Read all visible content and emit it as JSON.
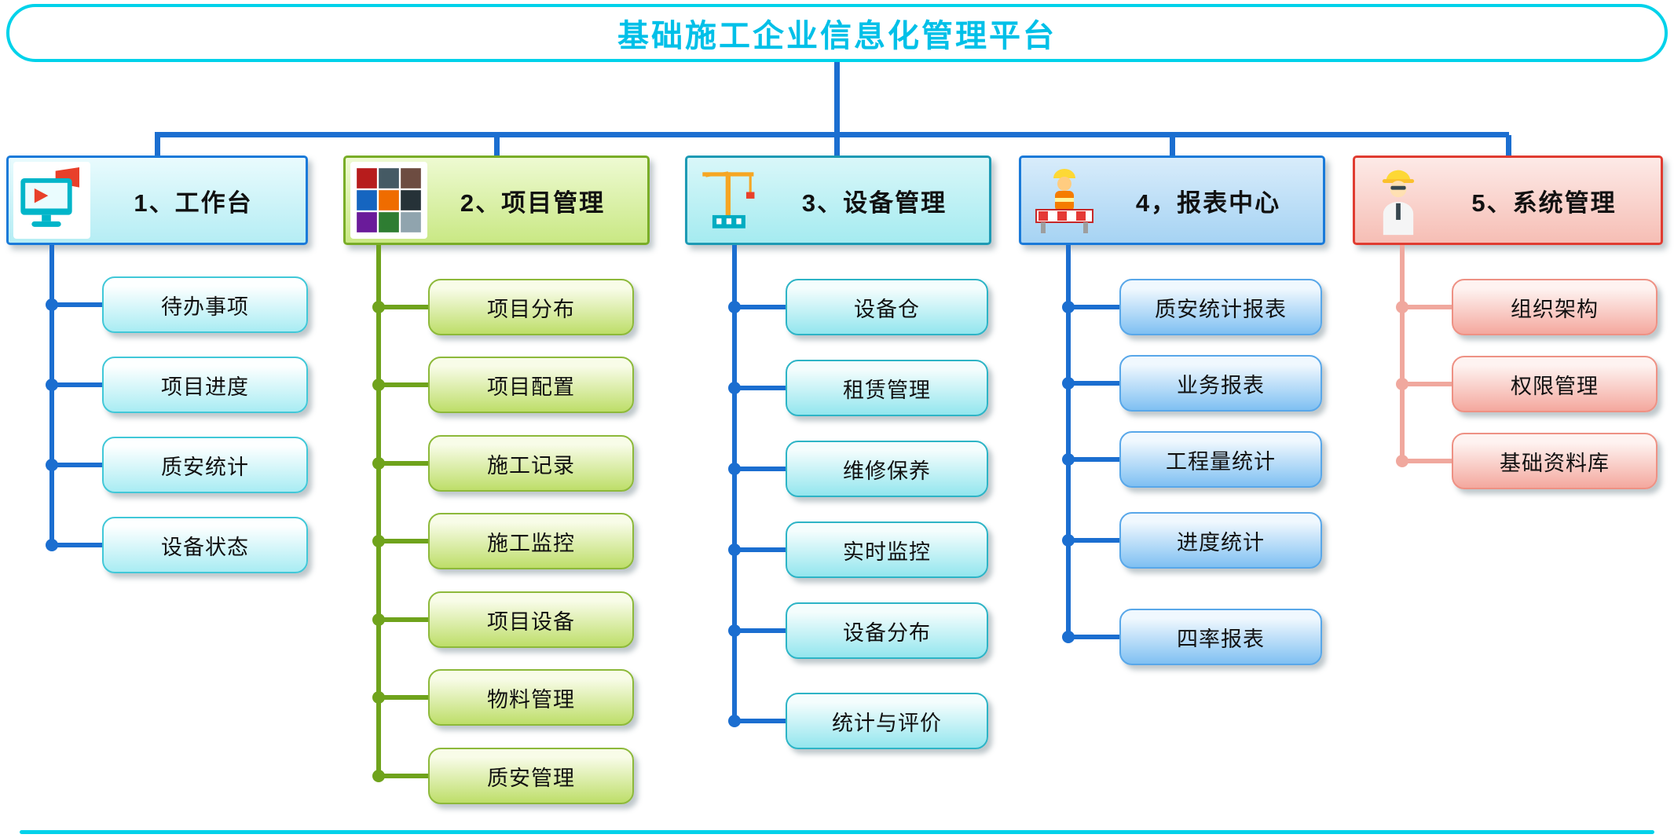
{
  "title": "基础施工企业信息化管理平台",
  "frame_color": "#00d2ea",
  "trunk_color": "#1b6ed0",
  "branches": [
    {
      "label": "1、工作台",
      "icon": "monitor-megaphone-icon",
      "accent_border": "#1a7ad9",
      "line_color": "#1b6ed0",
      "node_border": "#41c8d8",
      "items": [
        "待办事项",
        "项目进度",
        "质安统计",
        "设备状态"
      ]
    },
    {
      "label": "2、项目管理",
      "icon": "photo-collage-icon",
      "accent_border": "#79ad27",
      "line_color": "#6fa31c",
      "node_border": "#8db93a",
      "items": [
        "项目分布",
        "项目配置",
        "施工记录",
        "施工监控",
        "项目设备",
        "物料管理",
        "质安管理"
      ]
    },
    {
      "label": "3、设备管理",
      "icon": "tower-crane-icon",
      "accent_border": "#1d9ab4",
      "line_color": "#1b6ed0",
      "node_border": "#2db4c6",
      "items": [
        "设备仓",
        "租赁管理",
        "维修保养",
        "实时监控",
        "设备分布",
        "统计与评价"
      ]
    },
    {
      "label": "4，报表中心",
      "icon": "worker-barrier-icon",
      "accent_border": "#1a7ad9",
      "line_color": "#1b6ed0",
      "node_border": "#58a7e9",
      "items": [
        "质安统计报表",
        "业务报表",
        "工程量统计",
        "进度统计",
        "四率报表"
      ]
    },
    {
      "label": "5、系统管理",
      "icon": "engineer-icon",
      "accent_border": "#e03c31",
      "line_color": "#f0a89e",
      "node_border": "#ee9184",
      "items": [
        "组织架构",
        "权限管理",
        "基础资料库"
      ]
    }
  ]
}
